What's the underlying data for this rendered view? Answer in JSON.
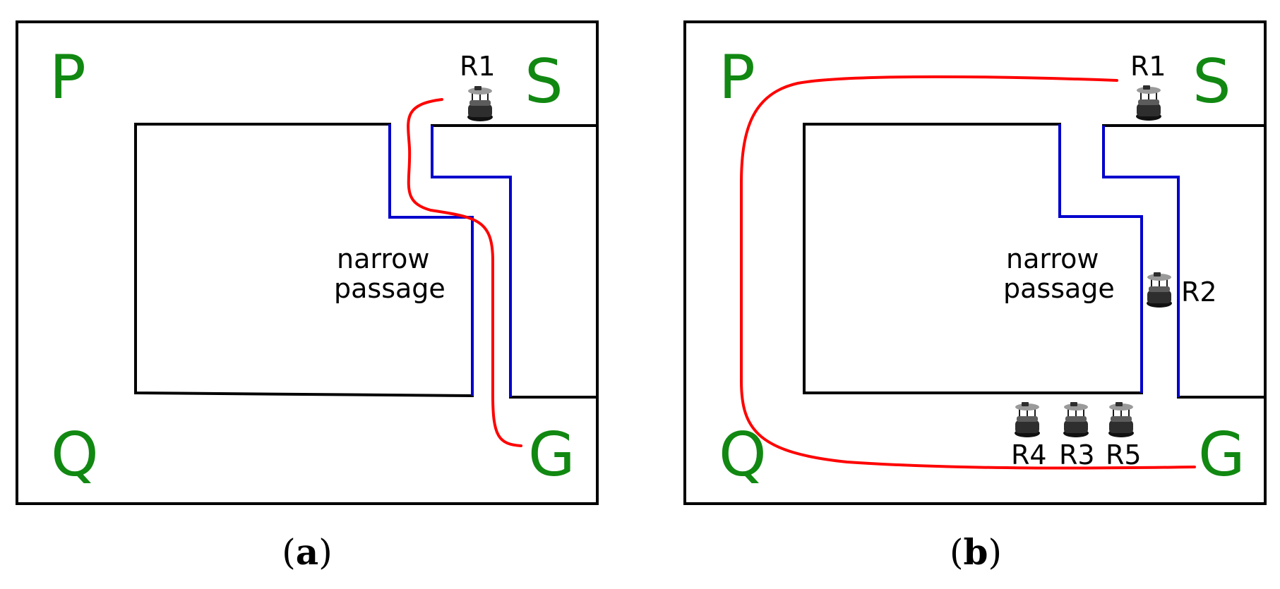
{
  "panels": [
    {
      "regions": {
        "p": "P",
        "s": "S",
        "q": "Q",
        "g": "G"
      },
      "passage_label": [
        "narrow",
        "passage"
      ],
      "robots": [
        "R1"
      ],
      "caption": {
        "open": "(",
        "letter": "a",
        "close": ")"
      }
    },
    {
      "regions": {
        "p": "P",
        "s": "S",
        "q": "Q",
        "g": "G"
      },
      "passage_label": [
        "narrow",
        "passage"
      ],
      "robots": [
        "R1",
        "R2",
        "R4",
        "R3",
        "R5"
      ],
      "caption": {
        "open": "(",
        "letter": "b",
        "close": ")"
      }
    }
  ],
  "colors": {
    "region_label": "#118811",
    "wall": "#000000",
    "passage_wall": "#0000cc",
    "path": "#ff0000"
  },
  "icons": {
    "robot": "turtlebot-robot-icon"
  }
}
